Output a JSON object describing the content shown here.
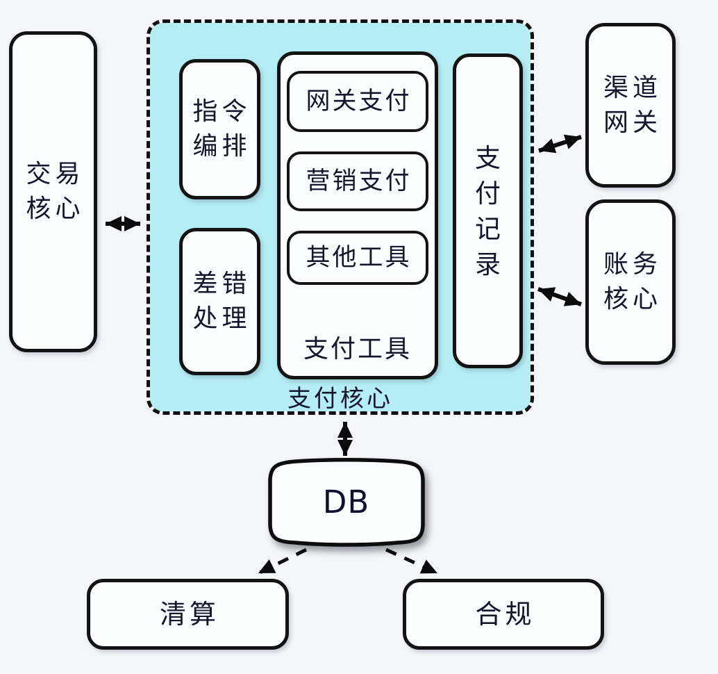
{
  "colors": {
    "canvas_bg": "#f4f6f9",
    "node_fill": "#fcfdff",
    "node_border": "#131313",
    "payment_core_bg": "#b5edf4",
    "text": "#15152b"
  },
  "nodes": {
    "transaction_core": {
      "label": "交易\n核心"
    },
    "payment_core": {
      "label": "支付核心"
    },
    "instruction_orchestration": {
      "label": "指令\n编排"
    },
    "error_handling": {
      "label": "差错\n处理"
    },
    "payment_tools": {
      "label": "支付工具",
      "items": [
        "网关支付",
        "营销支付",
        "其他工具"
      ]
    },
    "payment_records": {
      "label": "支付记录",
      "chars": [
        "支",
        "付",
        "记",
        "录"
      ]
    },
    "channel_gateway": {
      "label": "渠道\n网关"
    },
    "accounting_core": {
      "label": "账务\n核心"
    },
    "db": {
      "label": "DB"
    },
    "clearing": {
      "label": "清算"
    },
    "compliance": {
      "label": "合规"
    }
  },
  "connections": [
    {
      "from": "transaction_core",
      "to": "payment_core",
      "style": "solid-double-arrow"
    },
    {
      "from": "payment_records",
      "to": "channel_gateway",
      "style": "solid-double-arrow"
    },
    {
      "from": "payment_records",
      "to": "accounting_core",
      "style": "solid-double-arrow"
    },
    {
      "from": "payment_core",
      "to": "db",
      "style": "solid-double-arrow"
    },
    {
      "from": "db",
      "to": "clearing",
      "style": "dashed-arrow"
    },
    {
      "from": "db",
      "to": "compliance",
      "style": "dashed-arrow"
    }
  ]
}
